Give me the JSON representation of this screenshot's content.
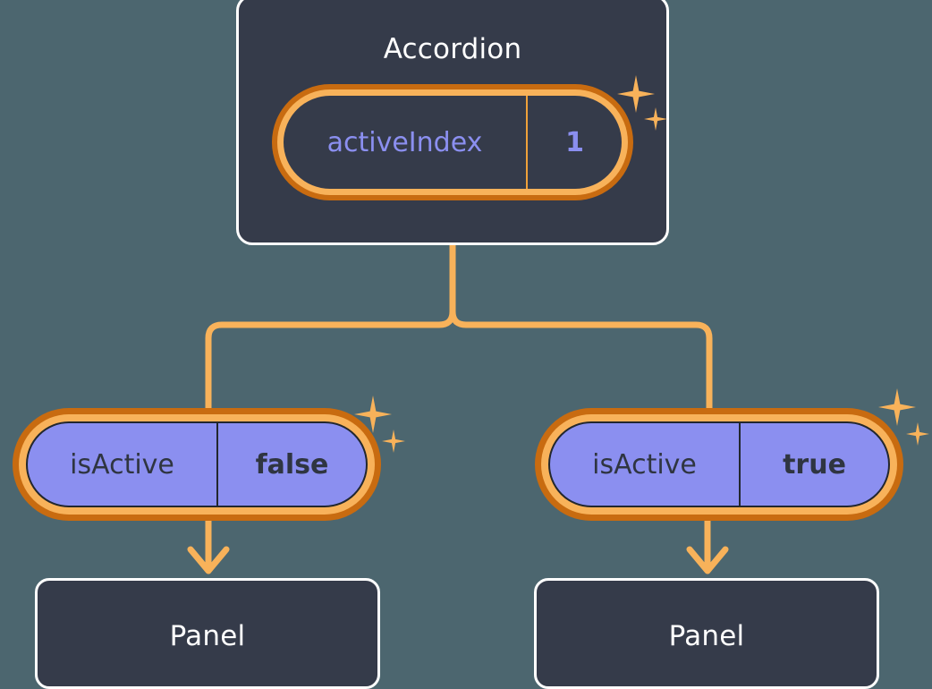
{
  "diagram": {
    "type": "component-state-tree",
    "background_color": "#4c666f",
    "accent_color": "#f8b25a",
    "accent_dark_color": "#c86b10",
    "node_fill_color": "#353b4a",
    "state_value_color": "#8b8ff0",
    "root": {
      "title": "Accordion",
      "state": {
        "key": "activeIndex",
        "value": "1"
      },
      "sparkle_names": [
        "sparkle-large-icon",
        "sparkle-small-icon"
      ]
    },
    "branches": [
      {
        "side": "left",
        "state": {
          "key": "isActive",
          "value": "false"
        },
        "child": {
          "title": "Panel"
        },
        "sparkle_names": [
          "sparkle-large-icon",
          "sparkle-small-icon"
        ]
      },
      {
        "side": "right",
        "state": {
          "key": "isActive",
          "value": "true"
        },
        "child": {
          "title": "Panel"
        },
        "sparkle_names": [
          "sparkle-large-icon",
          "sparkle-small-icon"
        ]
      }
    ]
  }
}
